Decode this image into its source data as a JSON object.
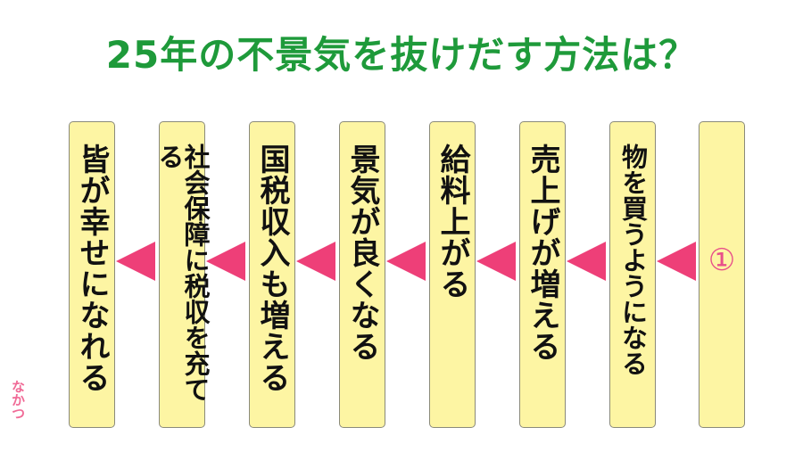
{
  "title": "25年の不景気を抜けだす方法は？",
  "steps": [
    {
      "label": "①"
    },
    {
      "label": "物を買うようになる"
    },
    {
      "label": "売上げが増える"
    },
    {
      "label": "給料上がる"
    },
    {
      "label": "景気が良くなる"
    },
    {
      "label": "国税収入も増える"
    },
    {
      "label": "社会保障に税収を充てる"
    },
    {
      "label": "皆が幸せになれる"
    }
  ],
  "watermark": "なかつ",
  "colors": {
    "title": "#1e9a3a",
    "column_fill": "#fdf5a3",
    "arrow": "#ee3f78",
    "marker": "#e8508a"
  }
}
